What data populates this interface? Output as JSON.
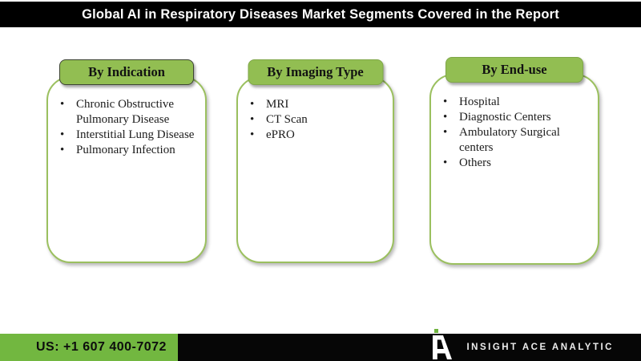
{
  "title": "Global AI in Respiratory Diseases Market Segments Covered in the Report",
  "panels": [
    {
      "header": "By Indication",
      "items": [
        "Chronic Obstructive Pulmonary Disease",
        "Interstitial Lung Disease",
        "Pulmonary Infection"
      ]
    },
    {
      "header": "By Imaging Type",
      "items": [
        "MRI",
        "CT Scan",
        "ePRO"
      ]
    },
    {
      "header": "By End-use",
      "items": [
        "Hospital",
        "Diagnostic Centers",
        "Ambulatory Surgical centers",
        "Others"
      ]
    }
  ],
  "footer": {
    "phone_label": "US: +1 607 400-7072",
    "brand_name": "INSIGHT ACE ANALYTIC",
    "logo": "insight-ace-iA-monogram"
  },
  "colors": {
    "panel_header_green": "#92BE52",
    "panel_border_green": "#9BC05F",
    "footer_green": "#72B740",
    "bar_black": "#000000",
    "title_text": "#FFFFFF",
    "logo_dot_green": "#6FB43F"
  }
}
